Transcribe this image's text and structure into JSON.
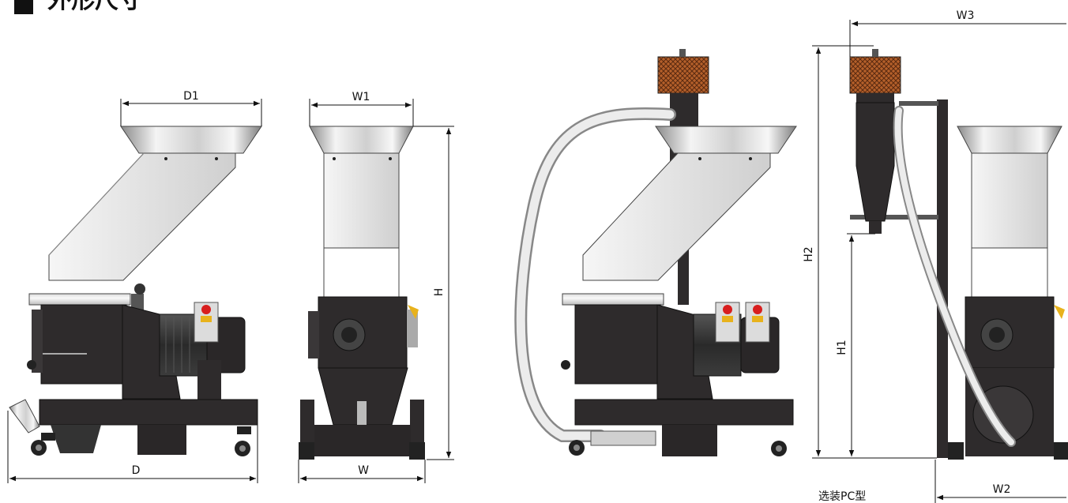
{
  "header": {
    "title": "外形尺寸"
  },
  "dimensions": {
    "d1": "D1",
    "w1": "W1",
    "h": "H",
    "d": "D",
    "w": "W",
    "w3": "W3",
    "h2": "H2",
    "h1": "H1",
    "w2": "W2"
  },
  "note": "选装PC型",
  "colors": {
    "body": "#2e2b2c",
    "steel_light": "#eeeeee",
    "steel_dark": "#7a7a7a",
    "filter": "#b5602a",
    "emergency_red": "#d81e1e",
    "switch_yellow": "#e8b21c",
    "hose": "#e6e6e6"
  }
}
